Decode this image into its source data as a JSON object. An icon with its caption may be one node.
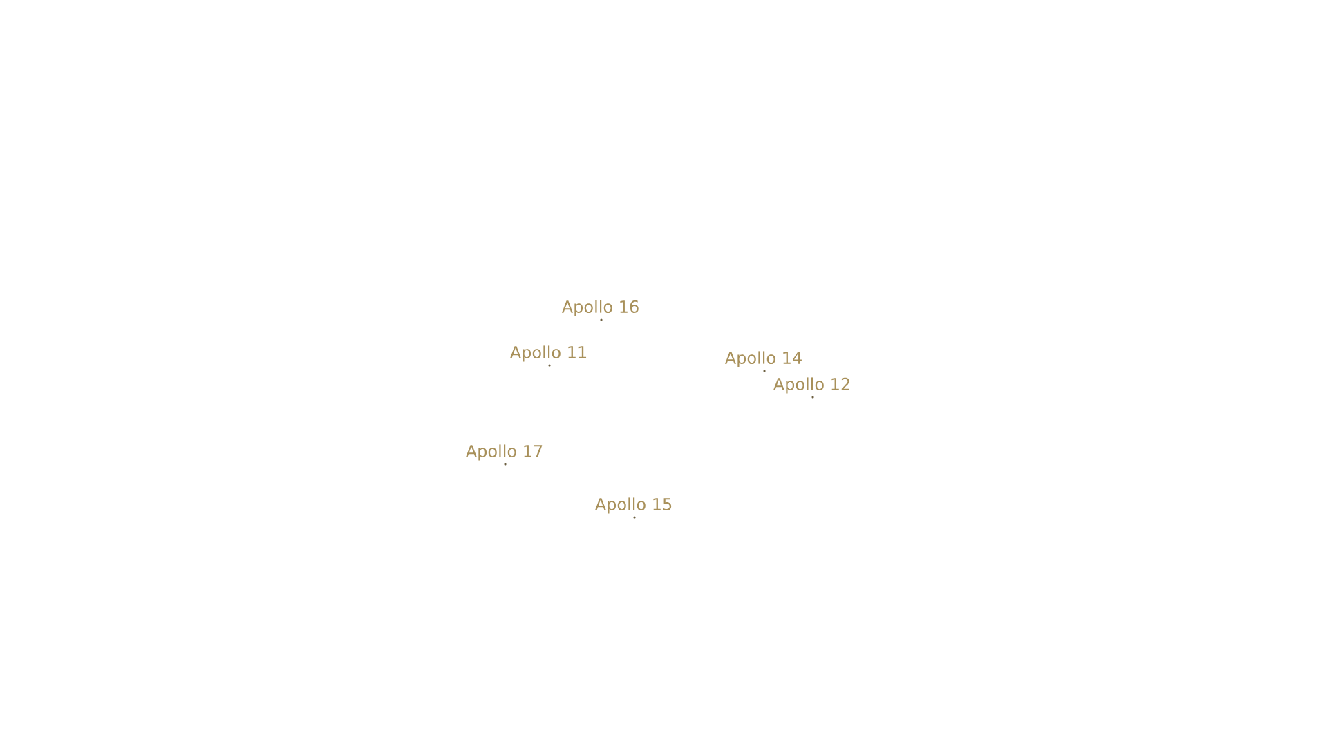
{
  "diagram": {
    "labels": [
      "Apollo 16",
      "Apollo 11",
      "Apollo 14",
      "Apollo 12",
      "Apollo 17",
      "Apollo 15"
    ]
  }
}
